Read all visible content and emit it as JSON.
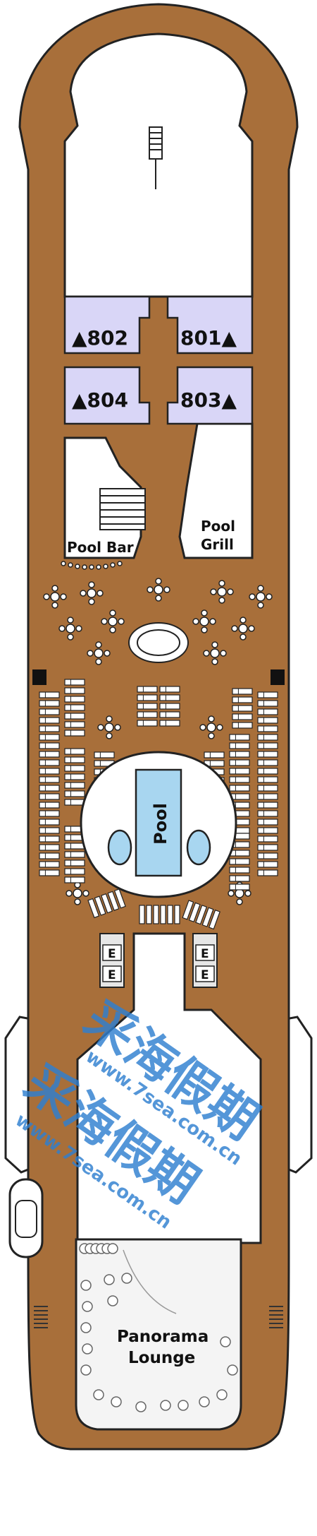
{
  "deck": {
    "cabins": [
      {
        "number": "802",
        "marker": "▲"
      },
      {
        "number": "801",
        "marker": "▲"
      },
      {
        "number": "804",
        "marker": "▲"
      },
      {
        "number": "803",
        "marker": "▲"
      }
    ],
    "venues": {
      "pool_bar": "Pool Bar",
      "pool_grill_line1": "Pool",
      "pool_grill_line2": "Grill",
      "pool": "Pool",
      "panorama_line1": "Panorama",
      "panorama_line2": "Lounge"
    },
    "elevator_letter": "E",
    "colors": {
      "deck_wood": "#a86f3a",
      "cabin_fill": "#d9d6f7",
      "pool_water": "#a8d6f0",
      "outline": "#222222"
    }
  },
  "watermark": {
    "line1": "采海假期",
    "line2": "www.7sea.com.cn",
    "color": "#2f7fd0"
  }
}
